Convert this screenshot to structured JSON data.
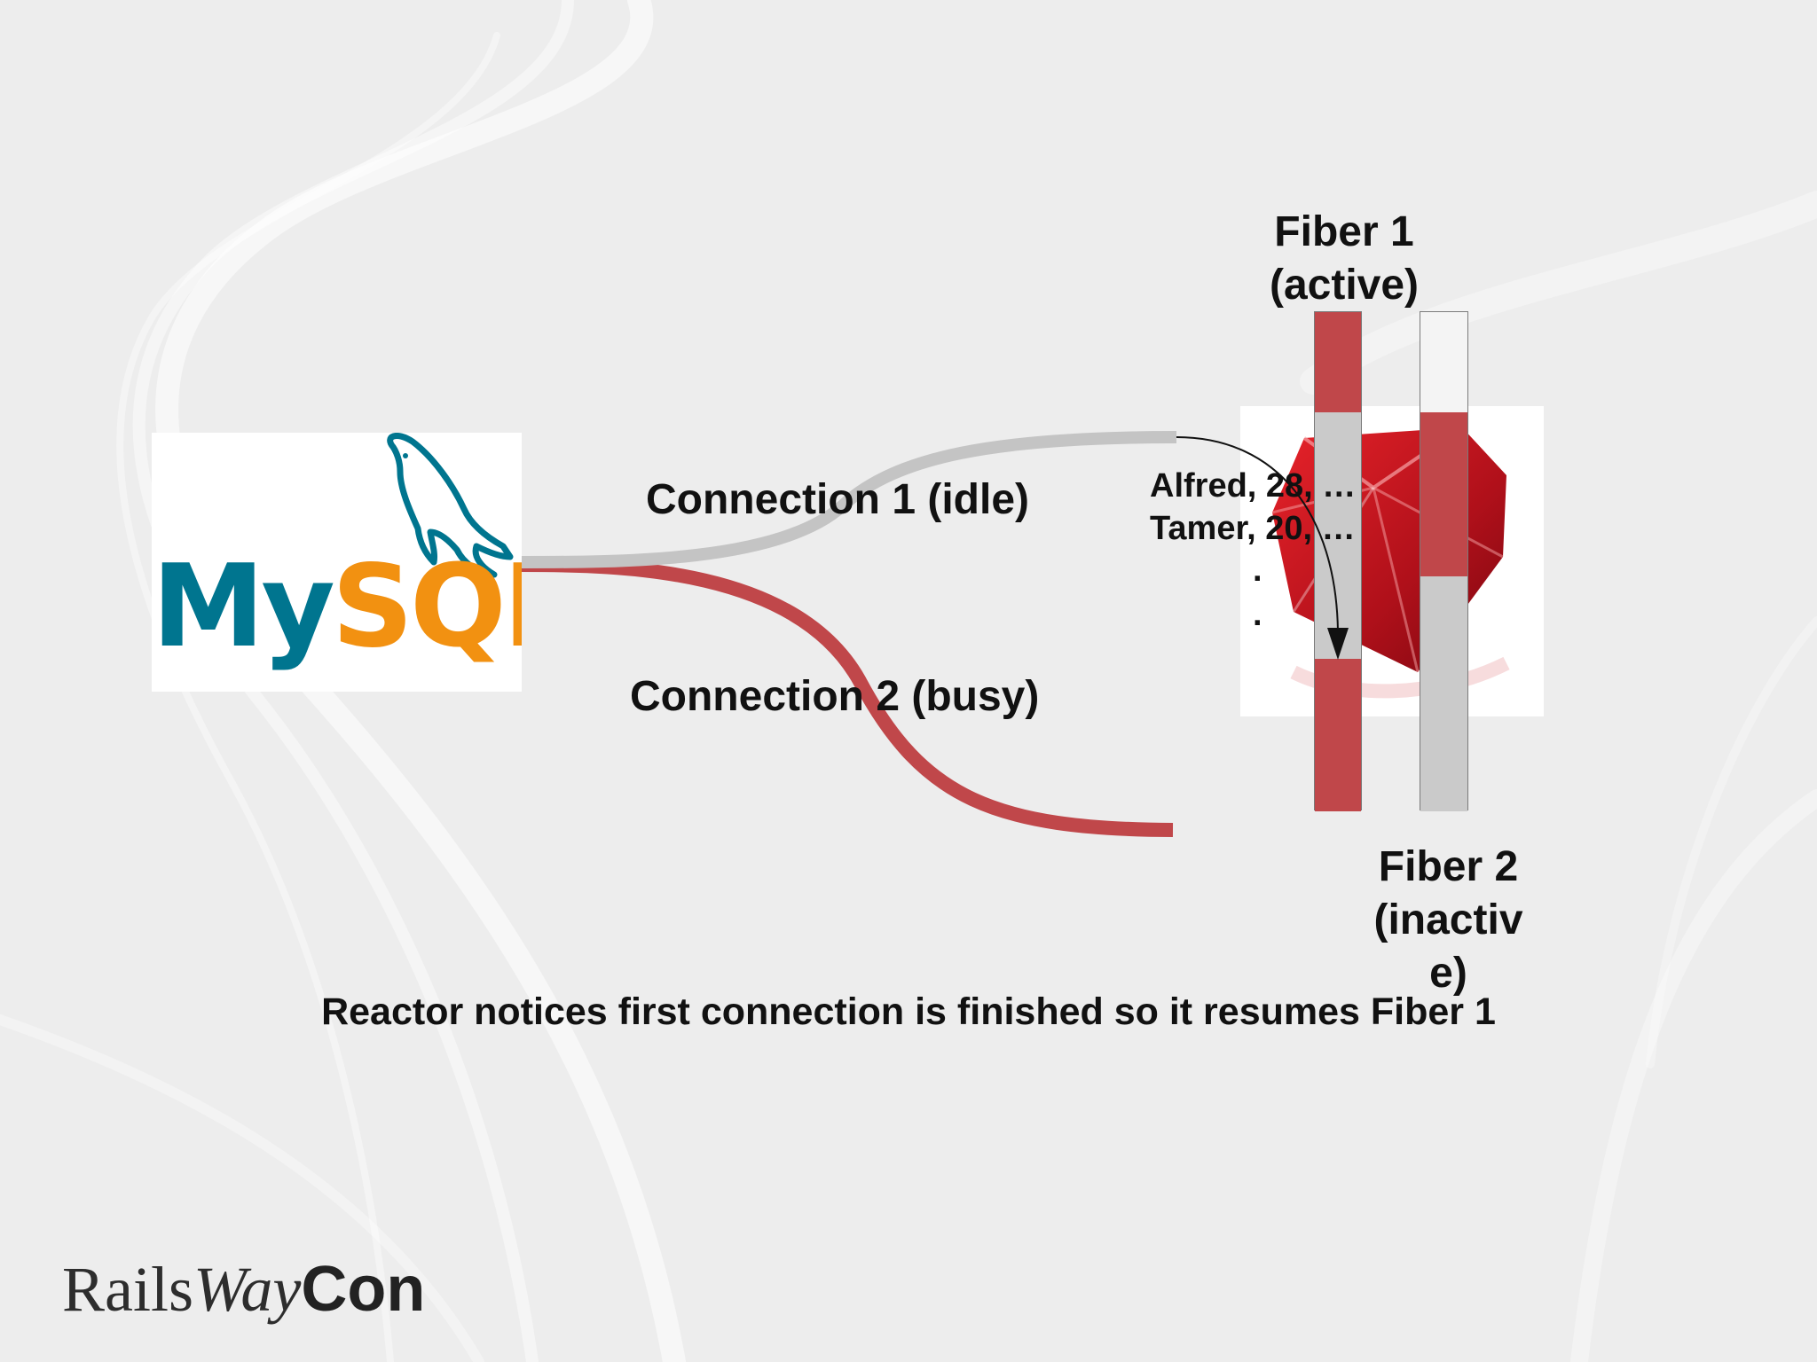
{
  "slide": {
    "connection1_label": "Connection 1 (idle)",
    "connection2_label": "Connection 2 (busy)",
    "fiber1": {
      "line1": "Fiber 1",
      "line2": "(active)"
    },
    "fiber2": {
      "line1": "Fiber 2",
      "line2": "(inactiv",
      "line3": "e)"
    },
    "rows": [
      "Alfred, 28, …",
      "Tamer, 20, …",
      ".",
      "."
    ],
    "caption": "Reactor notices first connection is finished so it resumes Fiber 1"
  },
  "logos": {
    "mysql": {
      "part1": "My",
      "part2": "SQL"
    },
    "brand": {
      "part1": "Rails",
      "part2": "Way",
      "part3": "Con"
    }
  },
  "colors": {
    "active_red": "#c0474a",
    "idle_grey": "#cacaca",
    "mysql_blue": "#00758f",
    "mysql_orange": "#f29111",
    "ruby_red": "#c8141b"
  },
  "icons": [
    "dolphin-icon",
    "ruby-gem-icon",
    "arrow-down-icon"
  ]
}
